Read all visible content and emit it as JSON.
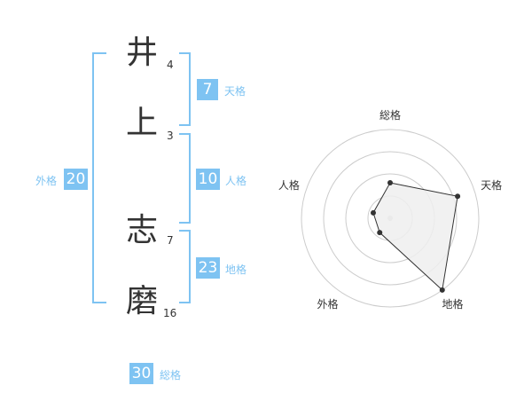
{
  "name": {
    "chars": [
      {
        "char": "井",
        "strokes": "4"
      },
      {
        "char": "上",
        "strokes": "3"
      },
      {
        "char": "志",
        "strokes": "7"
      },
      {
        "char": "磨",
        "strokes": "16"
      }
    ]
  },
  "kaku": {
    "tenkaku": {
      "value": "7",
      "label": "天格"
    },
    "jinkaku": {
      "value": "10",
      "label": "人格"
    },
    "chikaku": {
      "value": "23",
      "label": "地格"
    },
    "gaikaku": {
      "value": "20",
      "label": "外格"
    },
    "soukaku": {
      "value": "30",
      "label": "総格"
    }
  },
  "colors": {
    "accent": "#7ec3f2",
    "text": "#333333",
    "grid": "#cccccc",
    "fill": "#eeeeee"
  },
  "chart_data": {
    "type": "radar",
    "categories": [
      "総格",
      "天格",
      "地格",
      "外格",
      "人格"
    ],
    "values": [
      2,
      4,
      5,
      1,
      1
    ],
    "rmax": 5,
    "rings": 4
  }
}
